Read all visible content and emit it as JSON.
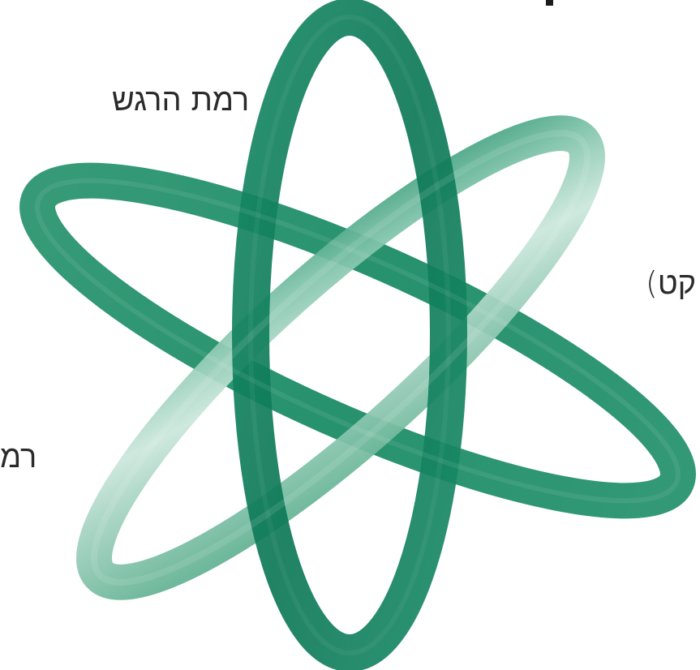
{
  "labels": {
    "top": "רמת הרגש",
    "right": "קט)",
    "left": "רמ"
  },
  "colors": {
    "dark_ring": "#168865",
    "dark_ring_shadow": "#0c6f51",
    "light_ring": "#68b89b",
    "light_ring_highlight": "#c6e3d8",
    "text": "#2a2a2a"
  },
  "icons": {
    "rings": "three-interlocking-rings-atom-icon"
  }
}
